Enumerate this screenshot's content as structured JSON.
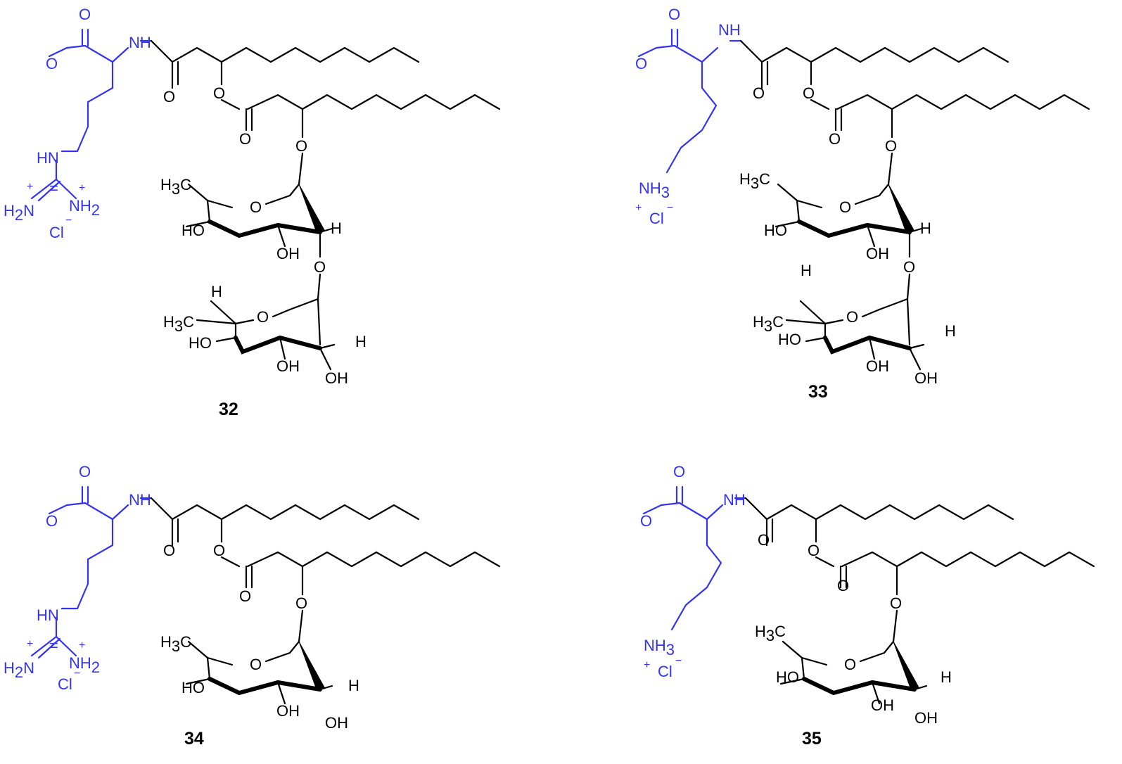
{
  "figure": {
    "compounds": [
      {
        "id": "compound-32",
        "number": "32",
        "headgroup": "arginine",
        "sugars": 2
      },
      {
        "id": "compound-33",
        "number": "33",
        "headgroup": "lysine",
        "sugars": 2
      },
      {
        "id": "compound-34",
        "number": "34",
        "headgroup": "arginine",
        "sugars": 1
      },
      {
        "id": "compound-35",
        "number": "35",
        "headgroup": "lysine",
        "sugars": 1
      }
    ],
    "colors": {
      "headgroup": "#3434f0",
      "scaffold": "#000000"
    },
    "labels": {
      "O": "O",
      "NH": "NH",
      "HN": "HN",
      "OH": "OH",
      "HO": "HO",
      "H": "H",
      "H3C_main": "H",
      "H3C_sub": "3",
      "H3C_tail": "C",
      "NH3_main": "NH",
      "NH3_sub": "3",
      "NH2_main": "NH",
      "NH2_sub": "2",
      "H2N_main": "H",
      "H2N_sub": "2",
      "H2N_tail": "N",
      "Cl": "Cl",
      "plus": "+",
      "minus": "−",
      "eq": "="
    }
  }
}
